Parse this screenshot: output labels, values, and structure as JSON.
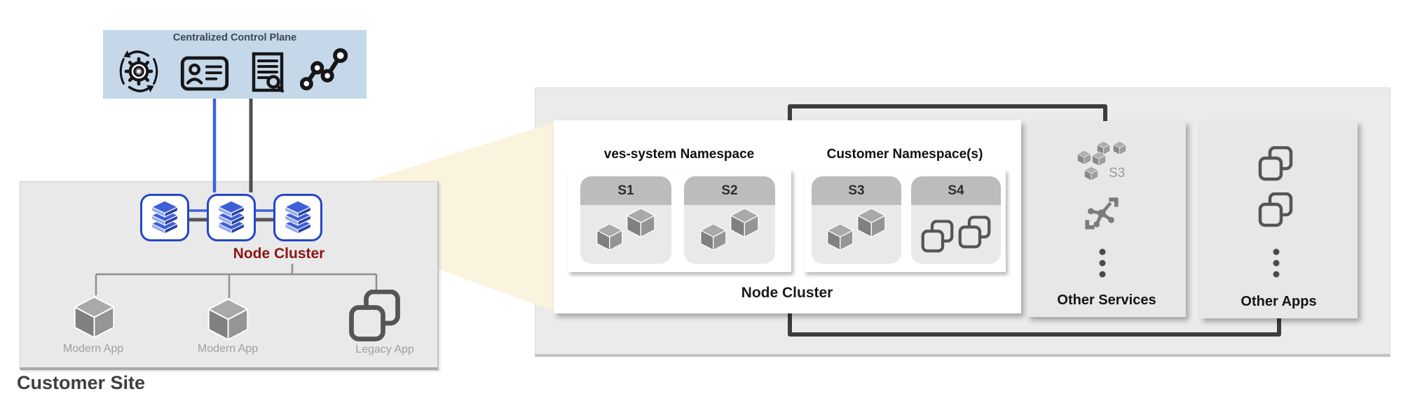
{
  "control_plane": {
    "title": "Centralized Control Plane",
    "icons": [
      {
        "name": "sync-gear-icon"
      },
      {
        "name": "id-card-icon"
      },
      {
        "name": "document-audit-icon"
      },
      {
        "name": "metrics-graph-icon"
      }
    ]
  },
  "customer_site": {
    "title": "Customer Site",
    "node_cluster_label": "Node Cluster",
    "node_count": 3,
    "apps": [
      {
        "label": "Modern App",
        "icon": "cube-icon"
      },
      {
        "label": "Modern App",
        "icon": "cube-icon"
      },
      {
        "label": "Legacy App",
        "icon": "copy-squares-icon"
      }
    ]
  },
  "cluster_detail": {
    "node_cluster_label": "Node Cluster",
    "namespaces": [
      {
        "title": "ves-system Namespace",
        "services": [
          {
            "name": "S1",
            "icon": "cubes-pair-icon"
          },
          {
            "name": "S2",
            "icon": "cubes-pair-icon"
          }
        ]
      },
      {
        "title": "Customer Namespace(s)",
        "services": [
          {
            "name": "S3",
            "icon": "cubes-pair-icon"
          },
          {
            "name": "S4",
            "icon": "copy-squares-icon"
          }
        ]
      }
    ],
    "other_services": {
      "label": "Other Services",
      "s3_caption": "S3",
      "icons": [
        "aws-s3-icon",
        "service-mesh-icon",
        "ellipsis-icon"
      ]
    },
    "other_apps": {
      "label": "Other Apps",
      "icons": [
        "copy-squares-icon",
        "copy-squares-icon",
        "ellipsis-icon"
      ]
    }
  },
  "colors": {
    "control_plane_bg": "#c5d8ea",
    "node_border_blue": "#2447c5",
    "layer_blue": "#3f5fd8",
    "connector_blue": "#3e63d8",
    "connector_dark": "#4f4f4f",
    "boundary_dark": "#3d3d3d",
    "maroon_label": "#8c1515",
    "beam_cream": "#faf3de",
    "panel_gray": "#e9e9e9"
  }
}
